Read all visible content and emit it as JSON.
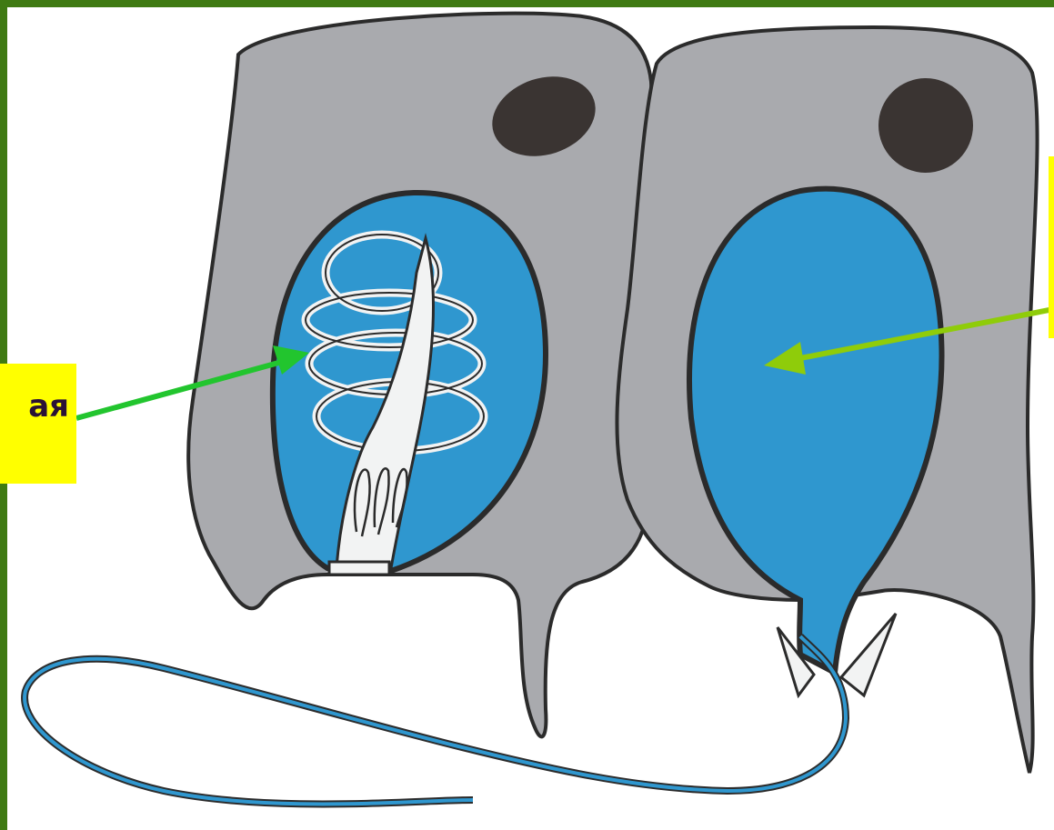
{
  "labels": {
    "left_label": "ая",
    "right_label": ""
  },
  "colors": {
    "frame": "#3f7a12",
    "cell_fill": "#a9aaae",
    "cell_outline": "#2b2b2b",
    "nucleus": "#3a3432",
    "capsule_blue": "#2f97cf",
    "thread_white": "#f2f3f3",
    "label_bg": "#ffff00",
    "arrow_left": "#22c52e",
    "arrow_right": "#8fcc0a"
  },
  "icons": {
    "left_arrow": "arrow-pointing-to-coiled-thread",
    "right_arrow": "arrow-pointing-to-discharged-capsule"
  }
}
